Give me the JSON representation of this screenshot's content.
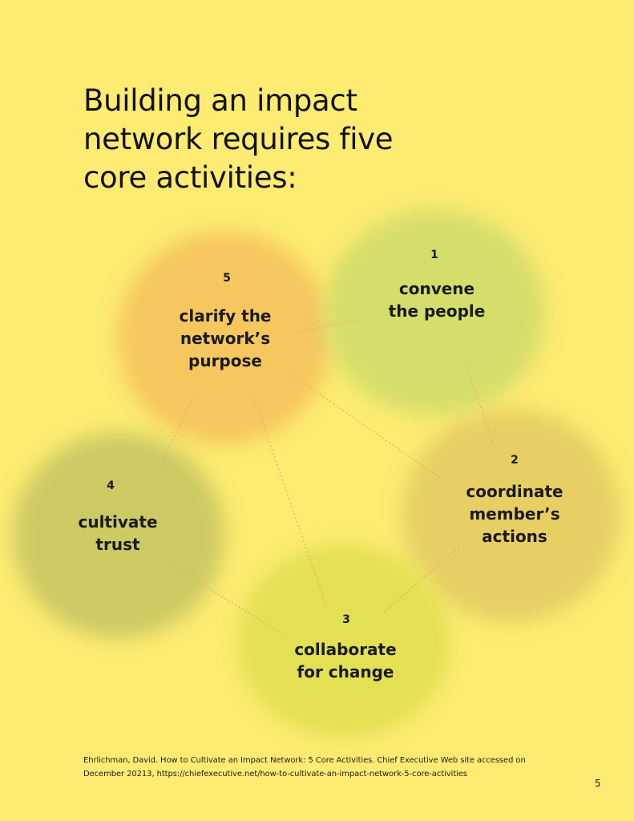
{
  "title": "Building an impact network requires five core activities:",
  "activities": [
    {
      "number": "1",
      "label_line1": "convene",
      "label_line2": "the people",
      "color": "#d5de6a"
    },
    {
      "number": "2",
      "label_line1": "coordinate",
      "label_line2": "member’s",
      "label_line3": "actions",
      "color": "#e7cf64"
    },
    {
      "number": "3",
      "label_line1": "collaborate",
      "label_line2": "for change",
      "color": "#e3e053"
    },
    {
      "number": "4",
      "label_line1": "cultivate",
      "label_line2": "trust",
      "color": "#cdca64"
    },
    {
      "number": "5",
      "label_line1": "clarify the",
      "label_line2": "network’s",
      "label_line3": "purpose",
      "color": "#f5c75e"
    }
  ],
  "footnote": "Ehrlichman, David. How to Cultivate an Impact Network: 5 Core Activities. Chief Executive Web site accessed on December 20213, https://chiefexecutive.net/how-to-cultivate-an-impact-network-5-core-activities",
  "page_number": "5",
  "colors": {
    "background": "#fdeb72",
    "connector": "#e8a56a",
    "text": "#111111"
  }
}
